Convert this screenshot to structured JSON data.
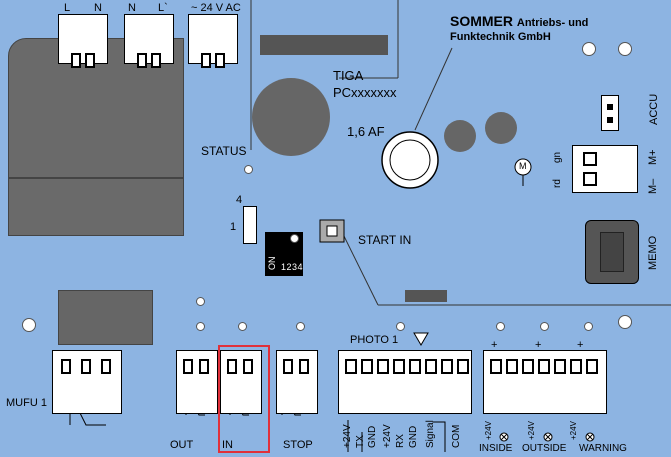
{
  "company": {
    "name_bold": "SOMMER",
    "name_rest": "Antriebs- und",
    "line2": "Funktechnik GmbH"
  },
  "top_terminals": {
    "l": "L",
    "n": "N",
    "n2": "N",
    "l2": "L`",
    "ac": "~ 24 V AC"
  },
  "tiga": {
    "line1": "TIGA",
    "line2": "PCxxxxxxx"
  },
  "fuse": "1,6 AF",
  "status": "STATUS",
  "start_in": "START IN",
  "accu": "ACCU",
  "memo": "MEMO",
  "motor": {
    "gn": "gn",
    "rd": "rd",
    "m_plus": "M+",
    "m_minus": "M–",
    "symbol": "M"
  },
  "led_header": {
    "pin4": "4",
    "pin1": "1"
  },
  "dip": {
    "on": "ON",
    "numbers": "1 2 3 4"
  },
  "photo1": "PHOTO 1",
  "mufu": "MUFU 1",
  "out": "OUT",
  "in": "IN",
  "stop": "STOP",
  "photo_pins": [
    "+24V",
    "TX",
    "GND",
    "+24V",
    "RX",
    "GND",
    "Signal",
    "COM"
  ],
  "bottom_right": {
    "inside": "INSIDE",
    "outside": "OUTSIDE",
    "warning": "WARNING",
    "v24": "+24V",
    "plus": "+"
  },
  "colors": {
    "board": "#8db4e2",
    "highlight": "#e0303a",
    "block": "#6a6a6a"
  }
}
